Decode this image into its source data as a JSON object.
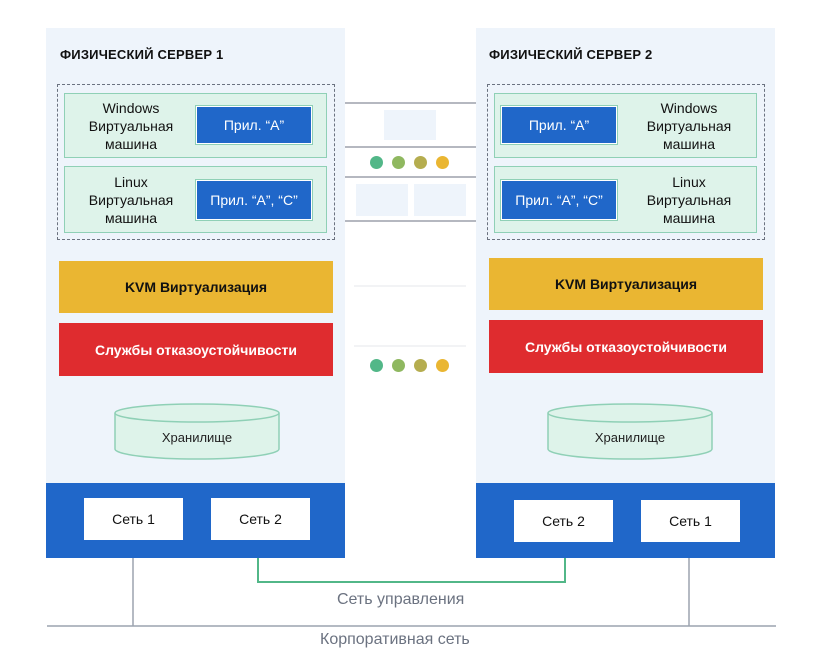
{
  "servers": [
    {
      "title": "ФИЗИЧЕСКИЙ СЕРВЕР 1",
      "vms": [
        {
          "os": "Windows",
          "line2": "Виртуальная",
          "line3": "машина",
          "app": "Прил. “А”"
        },
        {
          "os": "Linux",
          "line2": "Виртуальная",
          "line3": "машина",
          "app": "Прил. “А”, “С”"
        }
      ],
      "virtualization": "KVM Виртуализация",
      "failover": "Службы отказоустойчивости",
      "storage": "Хранилище",
      "networks": [
        "Сеть 1",
        "Сеть 2"
      ]
    },
    {
      "title": "ФИЗИЧЕСКИЙ СЕРВЕР 2",
      "vms": [
        {
          "os": "Windows",
          "line2": "Виртуальная",
          "line3": "машина",
          "app": "Прил. “А”"
        },
        {
          "os": "Linux",
          "line2": "Виртуальная",
          "line3": "машина",
          "app": "Прил. “А”, “С”"
        }
      ],
      "virtualization": "KVM Виртуализация",
      "failover": "Службы отказоустойчивости",
      "storage": "Хранилище",
      "networks": [
        "Сеть 2",
        "Сеть 1"
      ]
    }
  ],
  "management_network": "Сеть управления",
  "corporate_network": "Корпоративная сеть",
  "colors": {
    "server_bg": "#eef4fb",
    "vm_bg": "#def3ea",
    "app_blue": "#2067c9",
    "kvm_yellow": "#eab632",
    "failover_red": "#df2c2f",
    "mgmt_line": "#52b788",
    "corp_line": "#9ca3af",
    "dots": [
      "#52b788",
      "#8fb860",
      "#b5ad4f",
      "#eab632"
    ]
  }
}
